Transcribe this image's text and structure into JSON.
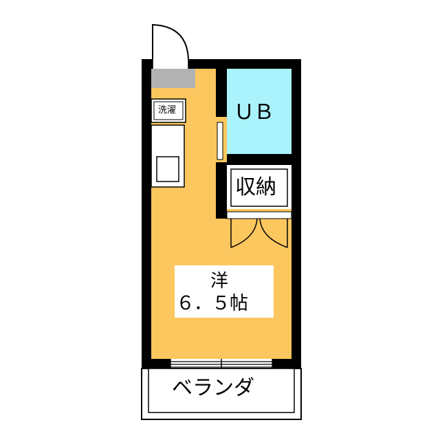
{
  "rooms": {
    "unit_bath": "ＵＢ",
    "storage": "収納",
    "laundry": "洗濯",
    "western_room": "洋",
    "western_room_size": "６．５帖",
    "veranda": "ベランダ"
  },
  "colors": {
    "floor": "#fcc75e",
    "bath": "#aaf2fc",
    "wall": "#000000",
    "fixture_gray": "#b2b2b2",
    "veranda_bg": "#ffffff"
  }
}
